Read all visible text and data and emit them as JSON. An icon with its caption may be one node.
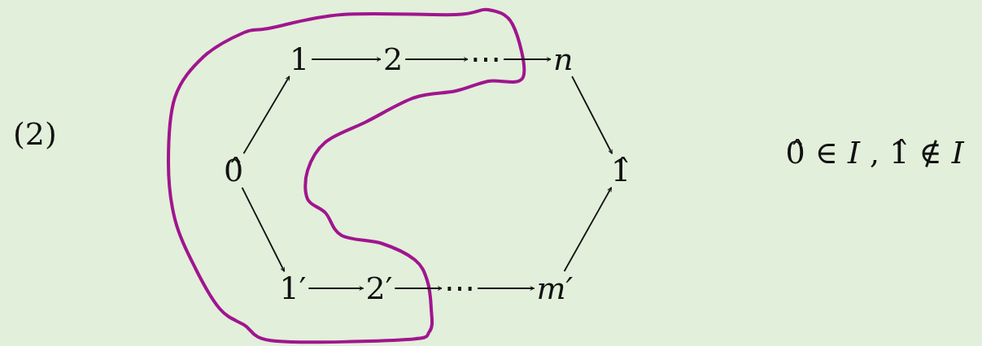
{
  "diagram": {
    "nodes": [
      {
        "text": [
          "1"
        ]
      },
      {
        "text": [
          "2"
        ]
      },
      {
        "text": [
          "⋯"
        ]
      },
      {
        "text": [
          "n"
        ]
      },
      {
        "text": [
          "0̂"
        ]
      },
      {
        "text": [
          "1̂"
        ]
      },
      {
        "text": [
          "1′"
        ]
      },
      {
        "text": [
          "2′"
        ]
      },
      {
        "text": [
          "⋯"
        ]
      },
      {
        "text": [
          "m′"
        ]
      }
    ],
    "edges": [
      {
        "from": 0,
        "to": 1,
        "arrow": "to"
      },
      {
        "from": 1,
        "to": 2,
        "arrow": "to"
      },
      {
        "from": 2,
        "to": 3,
        "arrow": "to"
      },
      {
        "from": 4,
        "to": 0,
        "arrow": "to"
      },
      {
        "from": 3,
        "to": 5,
        "arrow": "to"
      },
      {
        "from": 4,
        "to": 6,
        "arrow": "to"
      },
      {
        "from": 6,
        "to": 7,
        "arrow": "to"
      },
      {
        "from": 7,
        "to": 8,
        "arrow": "to"
      },
      {
        "from": 8,
        "to": 9,
        "arrow": "to"
      },
      {
        "from": 9,
        "to": 5,
        "arrow": "to"
      }
    ],
    "labels": [
      "(2)",
      "0̂ ∈ *I* ,  1̂ ∉ *I*"
    ]
  }
}
